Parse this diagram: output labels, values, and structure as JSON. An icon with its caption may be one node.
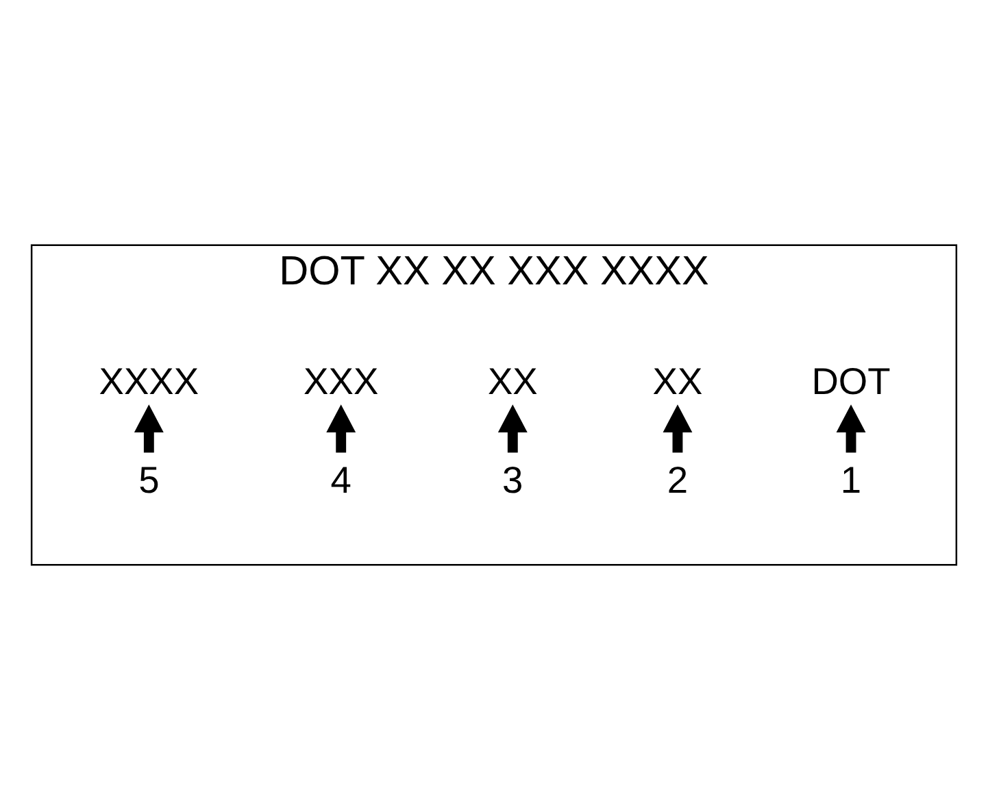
{
  "diagram": {
    "nodes": [
      {
        "text": [
          "DOT XX XX XXX XXXX"
        ]
      },
      {
        "text": [
          "DOT"
        ],
        "in": 0
      },
      {
        "text": [
          "XX"
        ],
        "in": 0
      },
      {
        "text": [
          "XX"
        ],
        "in": 0
      },
      {
        "text": [
          "XXX"
        ],
        "in": 0
      },
      {
        "text": [
          "XXXX"
        ],
        "in": 0
      },
      {
        "text": [
          "1"
        ],
        "in": 0
      },
      {
        "text": [
          "2"
        ],
        "in": 0
      },
      {
        "text": [
          "3"
        ],
        "in": 0
      },
      {
        "text": [
          "4"
        ],
        "in": 0
      },
      {
        "text": [
          "5"
        ],
        "in": 0
      }
    ],
    "edges": [
      {
        "from": 6,
        "to": 1,
        "arrow": "to"
      },
      {
        "from": 7,
        "to": 2,
        "arrow": "to"
      },
      {
        "from": 8,
        "to": 3,
        "arrow": "to"
      },
      {
        "from": 9,
        "to": 4,
        "arrow": "to"
      },
      {
        "from": 10,
        "to": 5,
        "arrow": "to"
      }
    ]
  }
}
